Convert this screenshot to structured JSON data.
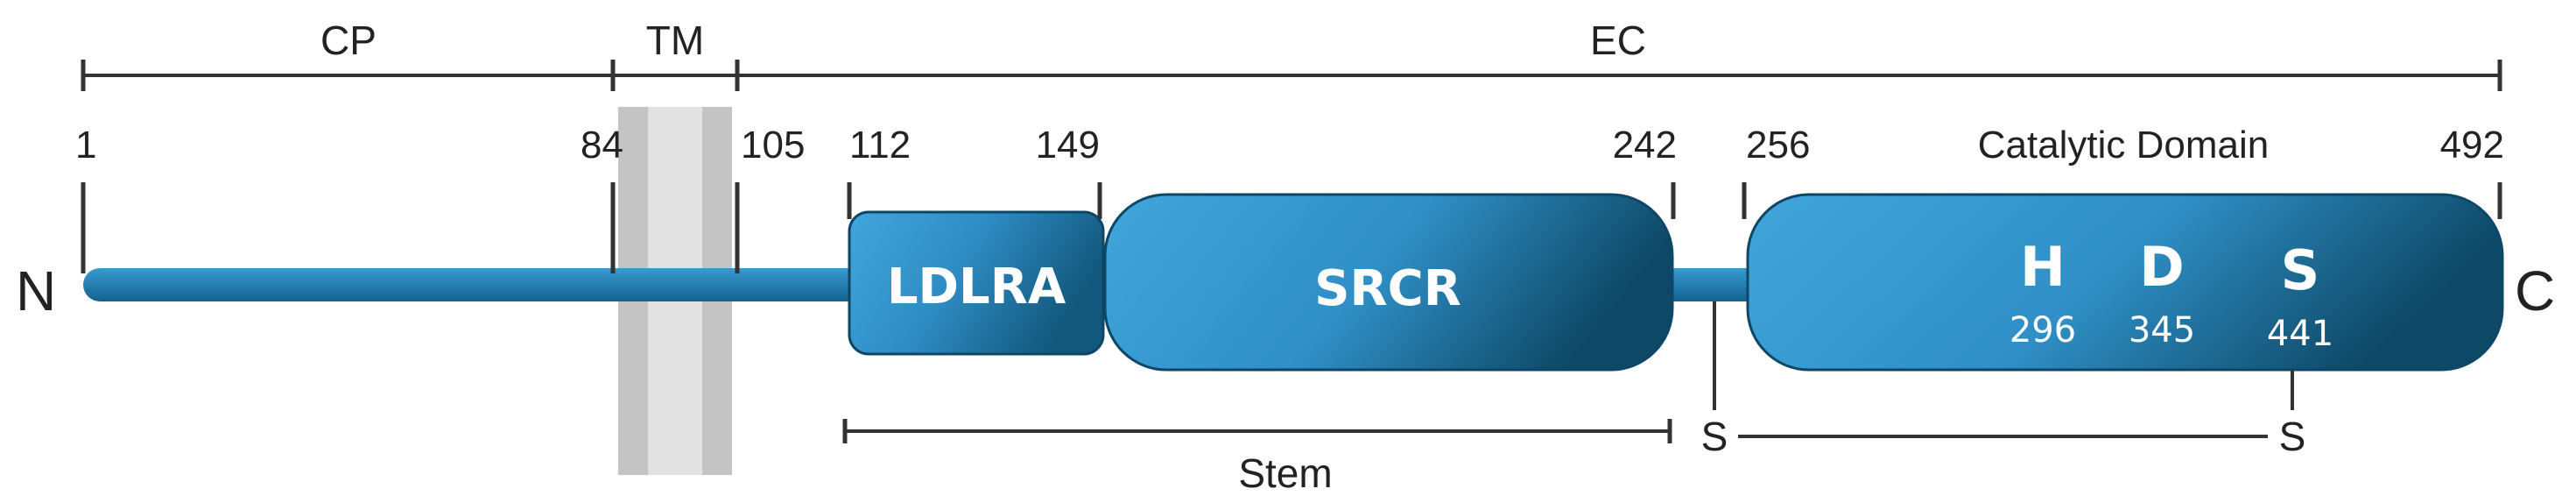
{
  "regions": {
    "cp": "CP",
    "tm": "TM",
    "ec": "EC"
  },
  "positions": {
    "p1": "1",
    "p84": "84",
    "p105": "105",
    "p112": "112",
    "p149": "149",
    "p242": "242",
    "p256": "256",
    "p492": "492"
  },
  "terminals": {
    "n": "N",
    "c": "C"
  },
  "domains": {
    "ldlra": "LDLRA",
    "srcr": "SRCR",
    "catalytic_title": "Catalytic Domain"
  },
  "catalytic_residues": [
    {
      "letter": "H",
      "number": "296"
    },
    {
      "letter": "D",
      "number": "345"
    },
    {
      "letter": "S",
      "number": "441"
    }
  ],
  "stem": "Stem",
  "disulfide": {
    "left": "S",
    "right": "S"
  },
  "colors": {
    "domain_light": "#41a6dc",
    "domain_dark": "#0d4866",
    "backbone": "#1b7bb3",
    "tm_outer": "#c4c4c4",
    "tm_inner": "#e2e2e2",
    "line": "#333333"
  }
}
